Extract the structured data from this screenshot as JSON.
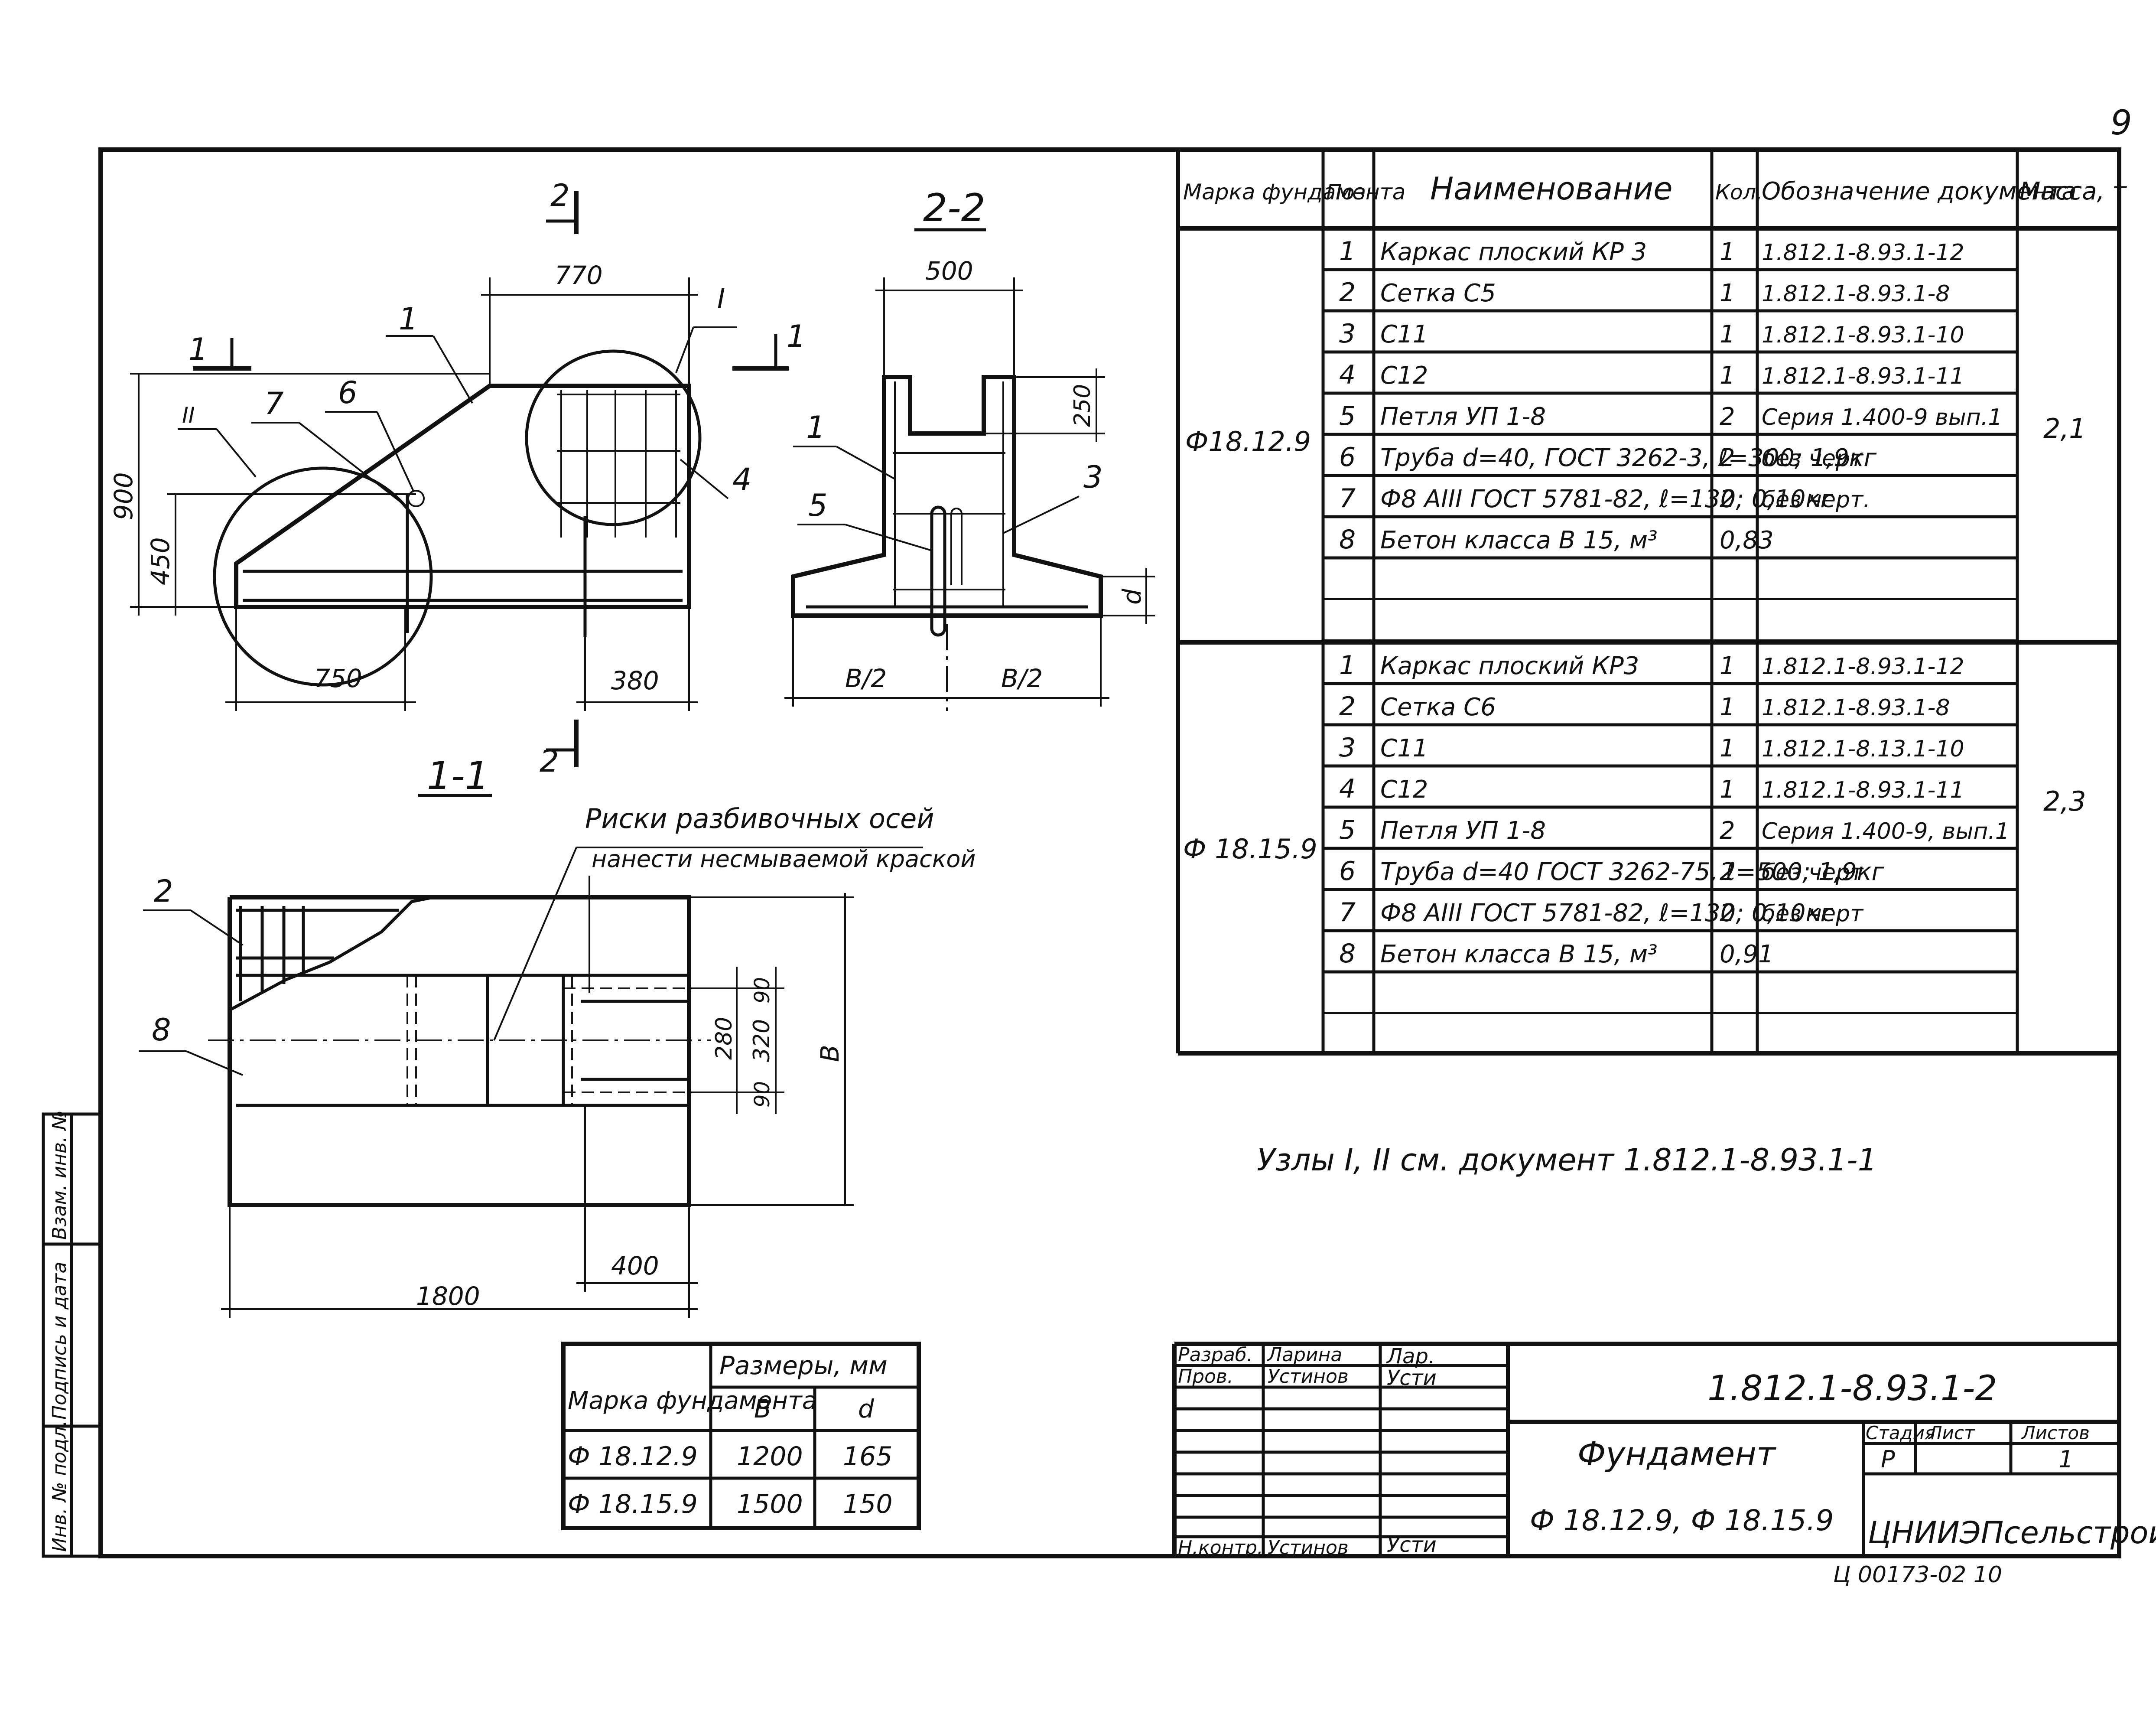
{
  "page_number": "9",
  "drawing": {
    "section_1_1_label": "1-1",
    "section_2_2_label": "2-2",
    "cut_marker_1": "1",
    "cut_marker_2": "2",
    "node_I": "I",
    "node_II": "II",
    "side_view": {
      "dims": {
        "top_width": "770",
        "bottom_left": "750",
        "bottom_right": "380",
        "height_total": "900",
        "height_lower": "450"
      },
      "callouts": [
        "1",
        "7",
        "6",
        "4"
      ]
    },
    "section_view": {
      "dims": {
        "top_width": "500",
        "neck": "250",
        "half_left": "B/2",
        "half_right": "B/2",
        "depth": "d"
      },
      "callouts": [
        "1",
        "5",
        "3"
      ]
    },
    "plan_view": {
      "dims": {
        "length": "1800",
        "right_part": "400",
        "slot": "280",
        "slot_outer": "320",
        "edge_top": "90",
        "edge_bottom": "90",
        "width": "B"
      },
      "callouts": [
        "2",
        "8"
      ],
      "note_line1": "Риски разбивочных осей",
      "note_line2": "нанести несмываемой краской"
    }
  },
  "spec_table": {
    "headers": [
      "Марка фундамента",
      "Поз",
      "Наименование",
      "Кол.",
      "Обозначение документа",
      "Масса, т"
    ],
    "groups": [
      {
        "mark": "Ф18.12.9",
        "mass": "2,1",
        "rows": [
          {
            "pos": "1",
            "name": "Каркас плоский   КР 3",
            "qty": "1",
            "doc": "1.812.1-8.93.1-12"
          },
          {
            "pos": "2",
            "name": "Сетка С5",
            "qty": "1",
            "doc": "1.812.1-8.93.1-8"
          },
          {
            "pos": "3",
            "name": "С11",
            "qty": "1",
            "doc": "1.812.1-8.93.1-10"
          },
          {
            "pos": "4",
            "name": "С12",
            "qty": "1",
            "doc": "1.812.1-8.93.1-11"
          },
          {
            "pos": "5",
            "name": "Петля  УП 1-8",
            "qty": "2",
            "doc": "Серия 1.400-9 вып.1"
          },
          {
            "pos": "6",
            "name": "Труба d=40, ГОСТ 3262-3, ℓ=300; 1,9кг",
            "qty": "2",
            "doc": "без черт."
          },
          {
            "pos": "7",
            "name": "Ф8 АIII ГОСТ 5781-82, ℓ=130; 0,10кг",
            "qty": "2",
            "doc": "без черт."
          },
          {
            "pos": "8",
            "name": "Бетон класса В 15,  м³",
            "qty": "0,83",
            "doc": ""
          }
        ]
      },
      {
        "mark": "Ф 18.15.9",
        "mass": "2,3",
        "rows": [
          {
            "pos": "1",
            "name": "Каркас плоский КР3",
            "qty": "1",
            "doc": "1.812.1-8.93.1-12"
          },
          {
            "pos": "2",
            "name": "Сетка С6",
            "qty": "1",
            "doc": "1.812.1-8.93.1-8"
          },
          {
            "pos": "3",
            "name": "С11",
            "qty": "1",
            "doc": "1.812.1-8.13.1-10"
          },
          {
            "pos": "4",
            "name": "С12",
            "qty": "1",
            "doc": "1.812.1-8.93.1-11"
          },
          {
            "pos": "5",
            "name": "Петля УП 1-8",
            "qty": "2",
            "doc": "Серия 1.400-9, вып.1"
          },
          {
            "pos": "6",
            "name": "Труба d=40 ГОСТ 3262-75, ℓ=500; 1,9кг",
            "qty": "2",
            "doc": "без черт"
          },
          {
            "pos": "7",
            "name": "Ф8 АIII ГОСТ 5781-82, ℓ=130; 0,10кг",
            "qty": "2",
            "doc": "без черт"
          },
          {
            "pos": "8",
            "name": "Бетон класса В 15, м³",
            "qty": "0,91",
            "doc": ""
          }
        ]
      }
    ]
  },
  "nodes_note": "Узлы I, II см. документ 1.812.1-8.93.1-1",
  "size_table": {
    "header_mark": "Марка фундамента",
    "header_sizes": "Размеры, мм",
    "col_b": "В",
    "col_d": "d",
    "rows": [
      {
        "mark": "Ф 18.12.9",
        "b": "1200",
        "d": "165"
      },
      {
        "mark": "Ф 18.15.9",
        "b": "1500",
        "d": "150"
      }
    ]
  },
  "title_block": {
    "roles": [
      {
        "role": "Разраб.",
        "name": "Ларина",
        "sign": "Лар."
      },
      {
        "role": "Пров.",
        "name": "Устинов",
        "sign": "Усти"
      },
      {
        "role": "Н.контр.",
        "name": "Устинов",
        "sign": "Усти"
      }
    ],
    "doc_code": "1.812.1-8.93.1-2",
    "title": "Фундамент",
    "subtitle": "Ф 18.12.9,  Ф 18.15.9",
    "stage_label": "Стадия",
    "sheet_label": "Лист",
    "sheets_label": "Листов",
    "stage": "Р",
    "sheet": "",
    "sheets": "1",
    "organization": "ЦНИИЭПсельстрой",
    "footer_code": "Ц 00173-02   10"
  },
  "side_stamp": {
    "inv_orig": "Инв. № подл.",
    "sign_date": "Подпись и дата",
    "inv_replace": "Взам. инв. №"
  }
}
